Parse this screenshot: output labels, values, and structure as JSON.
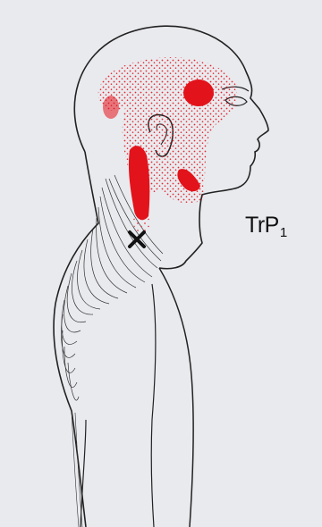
{
  "trigger_point": {
    "label": "TrP",
    "subscript": "1",
    "marker": "x-mark"
  },
  "colors": {
    "background": "#e9eaee",
    "outline": "#222222",
    "referred_pain_dense": "#e3131b",
    "referred_pain_spill": "#e3131b"
  }
}
